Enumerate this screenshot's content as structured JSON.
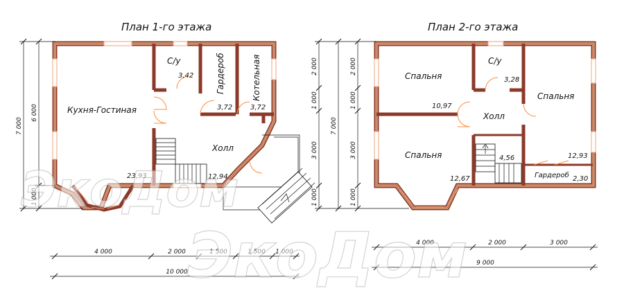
{
  "floor1": {
    "title": "План 1-го этажа",
    "rooms": {
      "su": "С/у",
      "garderob": "Гардероб",
      "kotelnaya": "Котельная",
      "kitchen": "Кухня-Гостиная",
      "hall": "Холл"
    },
    "areas": {
      "su": "3,42",
      "garderob": "3,72",
      "kotelnaya": "3,72",
      "kitchen": "23,93",
      "hall": "12,94"
    },
    "dims_left": {
      "total": "7 000",
      "upper": "6 000",
      "lower": "1 000"
    },
    "dims_bottom": {
      "seg1": "4 000",
      "seg2": "2 000",
      "seg3": "1 500",
      "seg4": "1 500",
      "seg5": "1 000",
      "total": "10 000"
    }
  },
  "floor2": {
    "title": "План 2-го этажа",
    "rooms": {
      "bedroom_tl": "Спальня",
      "su": "С/у",
      "bedroom_tr": "Спальня",
      "hall": "Холл",
      "bedroom_bl": "Спальня",
      "garderob": "Гардероб"
    },
    "areas": {
      "su": "3,28",
      "bedroom_tl": "10,97",
      "bedroom_tr": "12,93",
      "bedroom_bl": "12,67",
      "hall": "4,56",
      "garderob": "2,30"
    },
    "dims_left_outer": {
      "total": "7 000",
      "top": "2 000",
      "middle": "1 000",
      "lower": "3 000",
      "bottom": "1 000"
    },
    "dims_left_inner": {
      "top": "2 000",
      "middle": "1 000",
      "lower": "3 000",
      "bottom": "1 000"
    },
    "dims_bottom": {
      "seg1": "4 000",
      "seg2": "2 000",
      "seg3": "3 000",
      "total": "9 000"
    }
  },
  "watermark": "ЭкоДом",
  "colors": {
    "wall_outer": "#8b3a2a",
    "wall_fill": "#c98a6a",
    "door": "#ff8c3a",
    "window": "#f2a37a",
    "ink": "#111111"
  }
}
